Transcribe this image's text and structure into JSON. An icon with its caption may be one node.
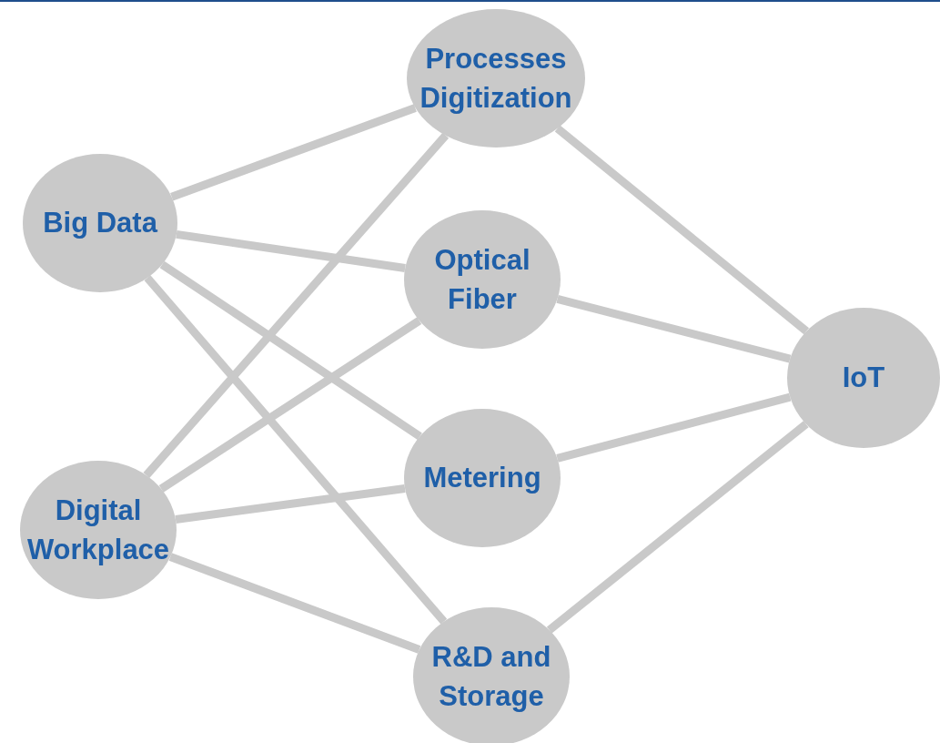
{
  "diagram": {
    "nodes": [
      {
        "text": [
          "Big Data"
        ]
      },
      {
        "text": [
          "Processes Digitization"
        ]
      },
      {
        "text": [
          "Optical Fiber"
        ]
      },
      {
        "text": [
          "Metering"
        ]
      },
      {
        "text": [
          "Digital Workplace"
        ]
      },
      {
        "text": [
          "R&D and Storage"
        ]
      },
      {
        "text": [
          "IoT"
        ]
      }
    ],
    "edges": [
      {
        "from": 0,
        "to": 1,
        "arrow": "none"
      },
      {
        "from": 0,
        "to": 2,
        "arrow": "none"
      },
      {
        "from": 0,
        "to": 3,
        "arrow": "none"
      },
      {
        "from": 0,
        "to": 5,
        "arrow": "none"
      },
      {
        "from": 4,
        "to": 1,
        "arrow": "none"
      },
      {
        "from": 4,
        "to": 2,
        "arrow": "none"
      },
      {
        "from": 4,
        "to": 3,
        "arrow": "none"
      },
      {
        "from": 4,
        "to": 5,
        "arrow": "none"
      },
      {
        "from": 1,
        "to": 6,
        "arrow": "none"
      },
      {
        "from": 2,
        "to": 6,
        "arrow": "none"
      },
      {
        "from": 3,
        "to": 6,
        "arrow": "none"
      },
      {
        "from": 5,
        "to": 6,
        "arrow": "none"
      }
    ]
  }
}
